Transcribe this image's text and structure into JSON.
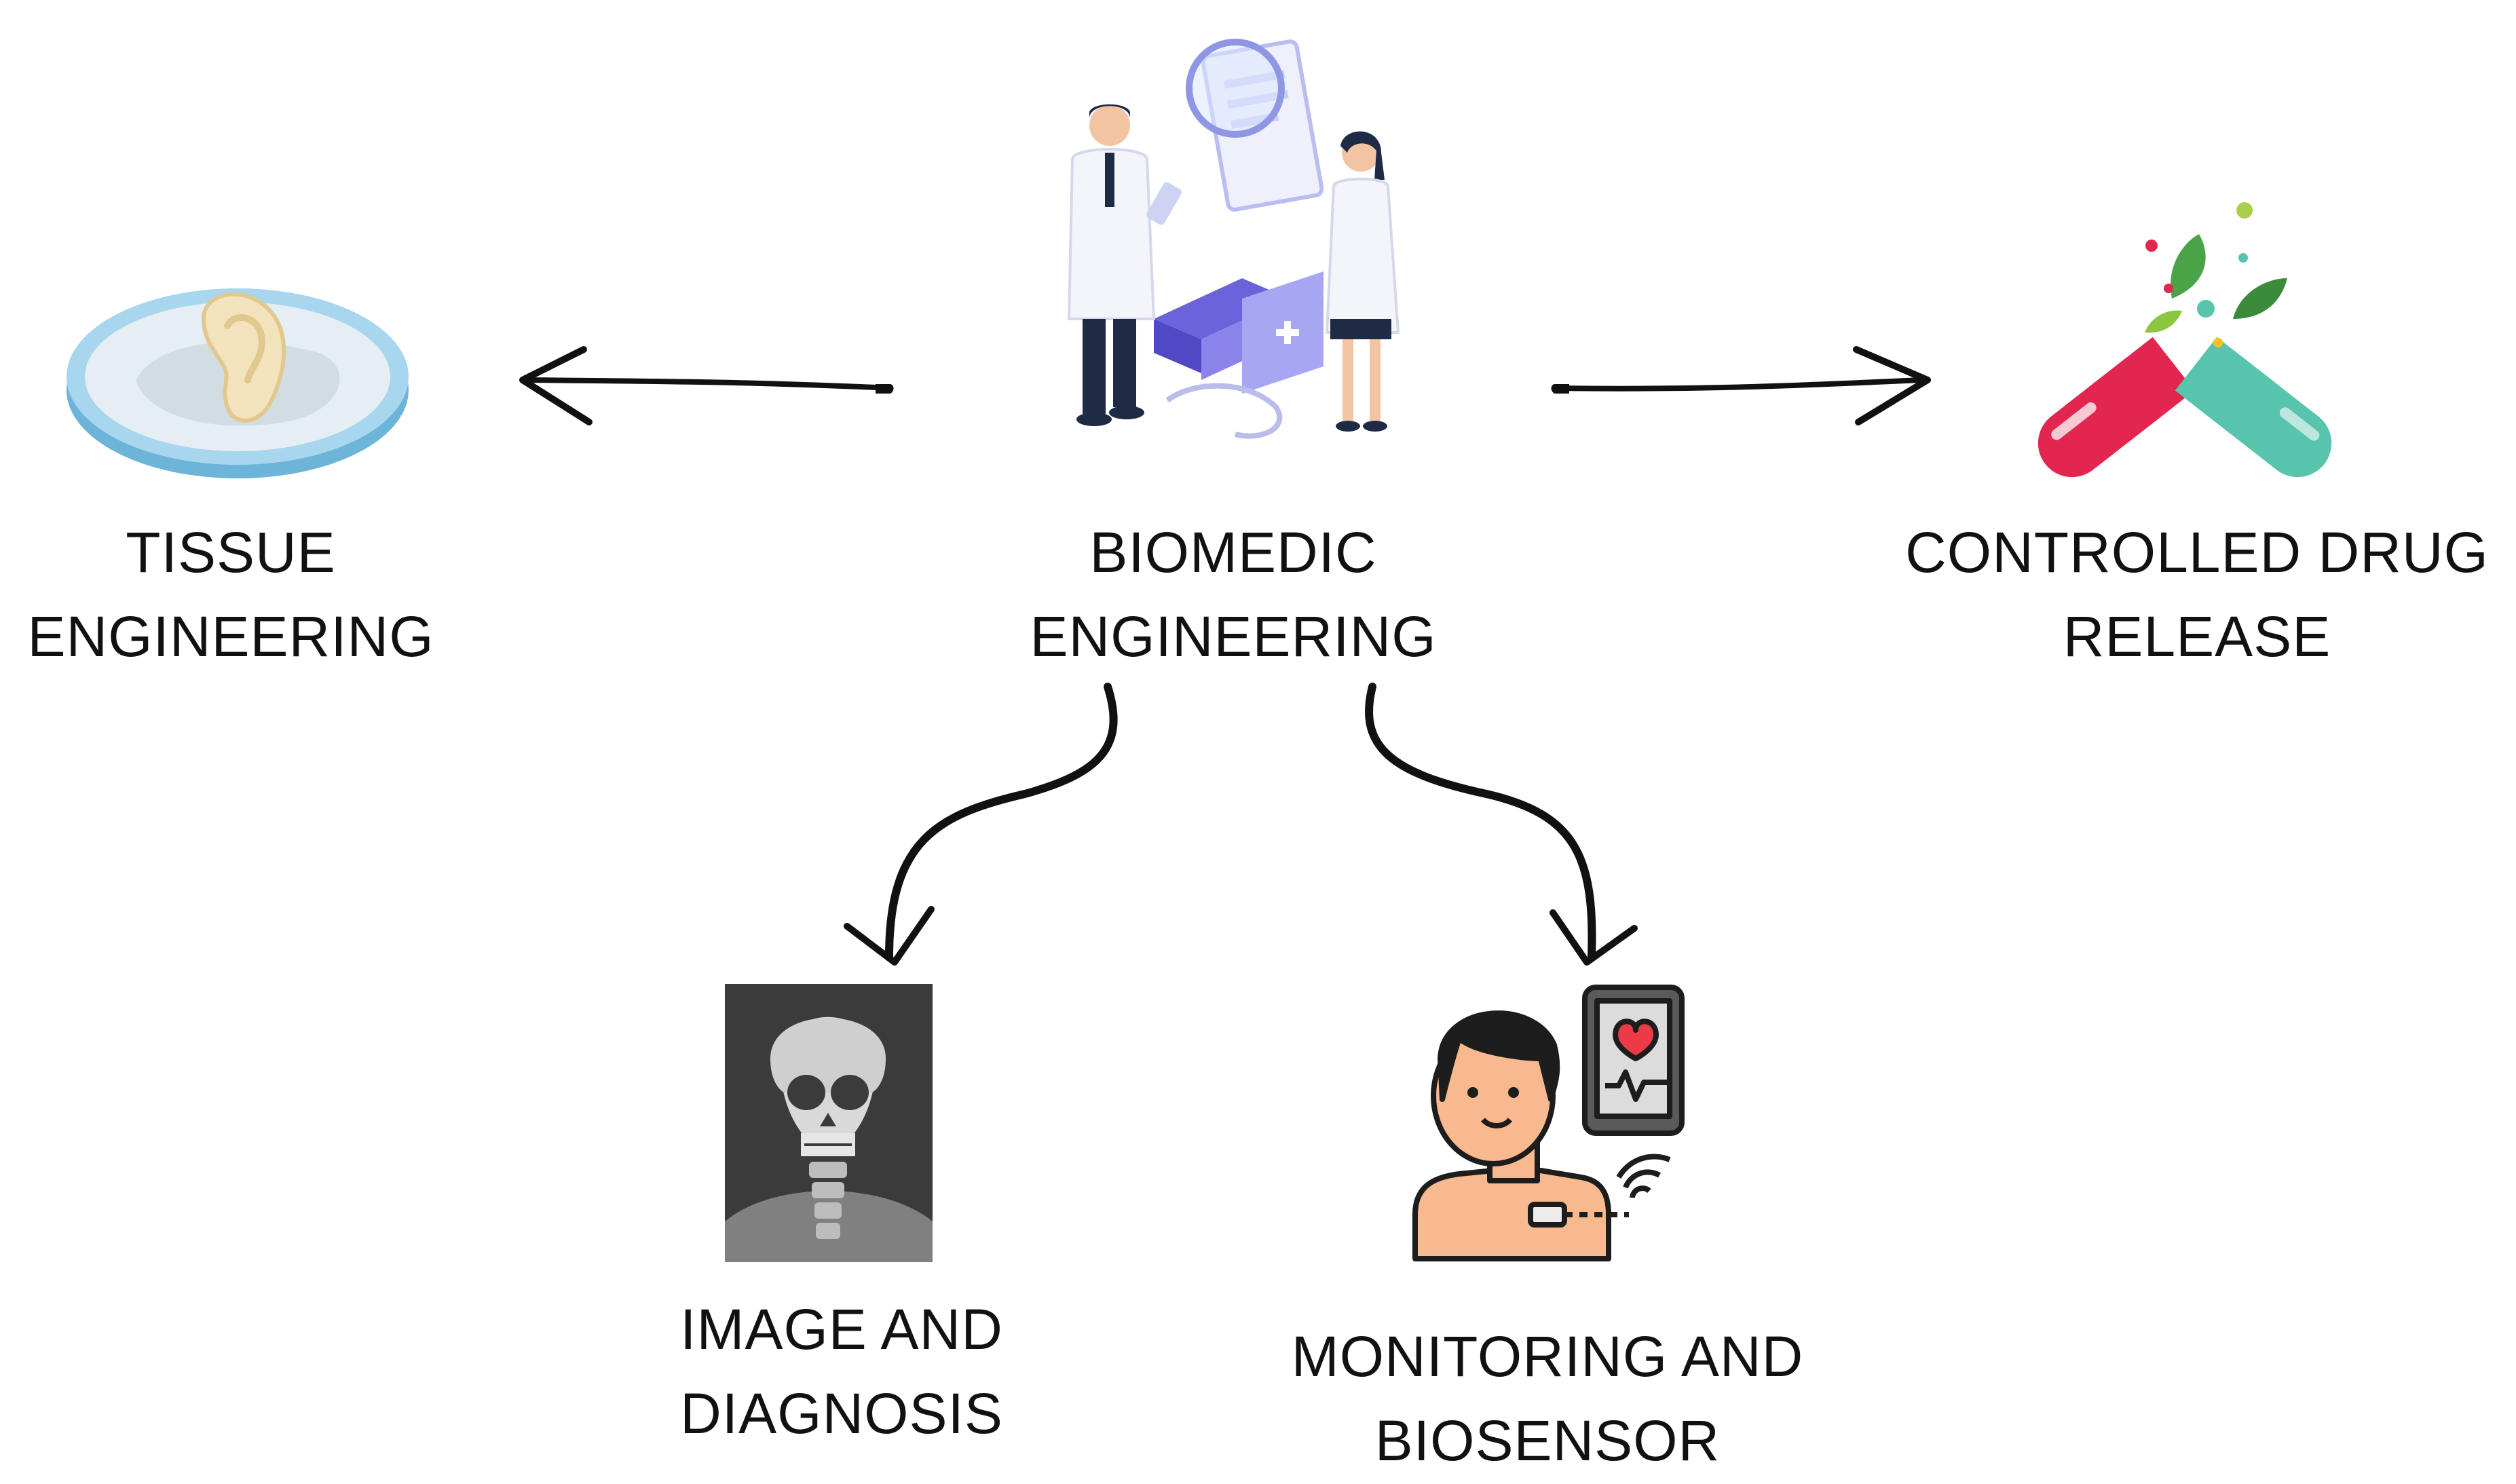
{
  "nodes": {
    "center": {
      "line1": "BIOMEDIC",
      "line2": "ENGINEERING"
    },
    "tissue": {
      "line1": "TISSUE",
      "line2": "ENGINEERING"
    },
    "drug": {
      "line1": "CONTROLLED DRUG",
      "line2": "RELEASE"
    },
    "imaging": {
      "line1": "IMAGE AND",
      "line2": "DIAGNOSIS"
    },
    "monitoring": {
      "line1": "MONITORING AND",
      "line2": "BIOSENSOR"
    }
  },
  "colors": {
    "arrow": "#111111",
    "doctor_coat": "#f4f6fb",
    "accent_purple": "#6b63d9",
    "capsule_red": "#e2264f",
    "capsule_teal": "#58c4ad",
    "leaf_green": "#4aa346",
    "skin": "#f8b98e",
    "xray_bg": "#3b3b3b"
  },
  "icons": [
    "doctors-icon",
    "ear-scaffold-icon",
    "capsule-icon",
    "xray-icon",
    "patient-monitor-icon"
  ]
}
